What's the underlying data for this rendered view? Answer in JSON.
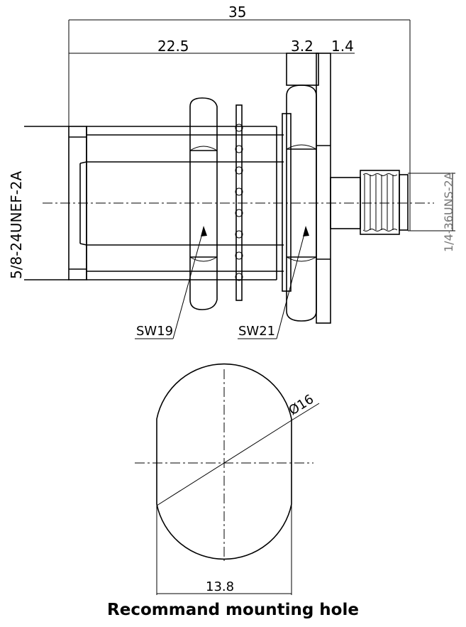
{
  "dimensions": {
    "overall_length": "35",
    "body_length": "22.5",
    "flange_thickness": "3.2",
    "step_length": "1.4",
    "body_thread": "5/8-24UNEF-2A",
    "connector_thread": "1/4-36UNS-2A",
    "nut_1": "SW19",
    "nut_2": "SW21",
    "hole_diameter": "Ø16",
    "hole_flat_width": "13.8"
  },
  "caption": "Recommand mounting hole"
}
